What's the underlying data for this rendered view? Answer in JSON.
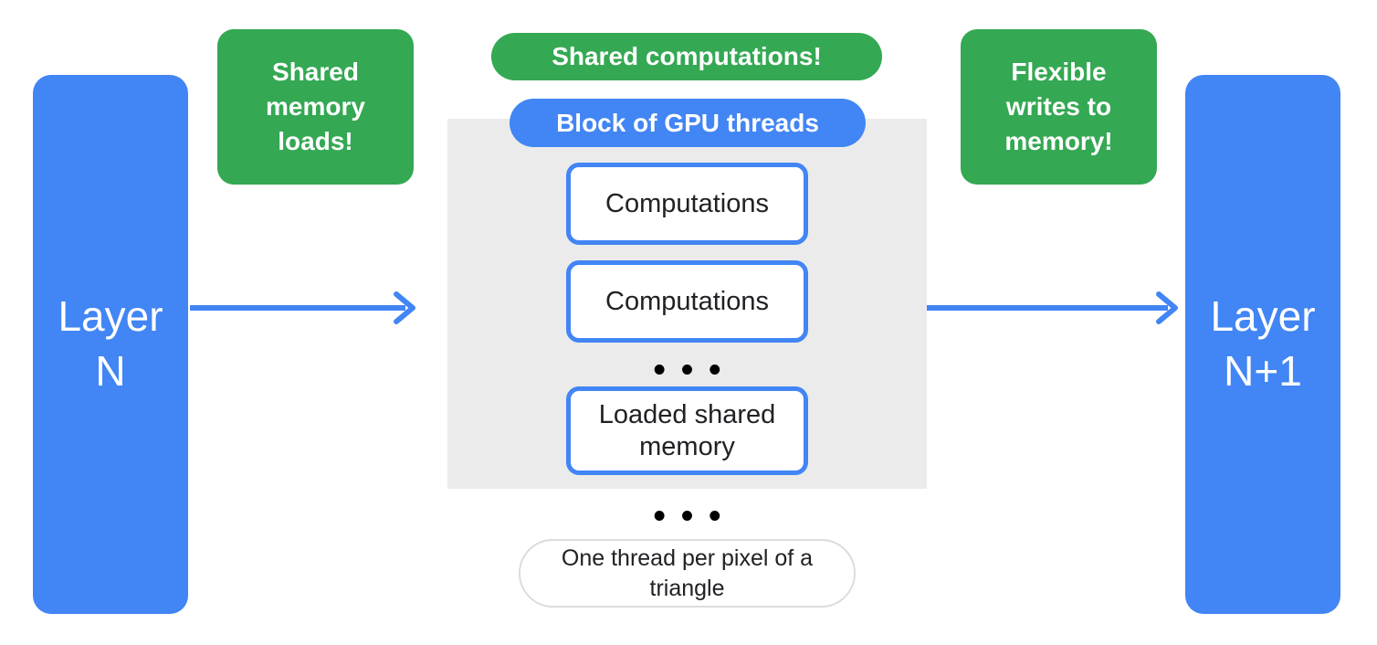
{
  "colors": {
    "blue": "#4285F4",
    "green": "#34A853",
    "panel_gray": "#EBEBEB",
    "text_dark": "#202124",
    "pill_border": "#DADCE0"
  },
  "layers": {
    "left": "Layer\nN",
    "right": "Layer\nN+1"
  },
  "annotations": {
    "left_note": "Shared memory loads!",
    "center_note": "Shared computations!",
    "right_note": "Flexible writes to memory!"
  },
  "gpu_block": {
    "title": "Block of GPU threads",
    "boxes": [
      "Computations",
      "Computations",
      "Loaded shared memory"
    ],
    "ellipsis": "•••"
  },
  "footer": {
    "ellipsis": "•••",
    "note": "One thread per pixel of a triangle"
  }
}
